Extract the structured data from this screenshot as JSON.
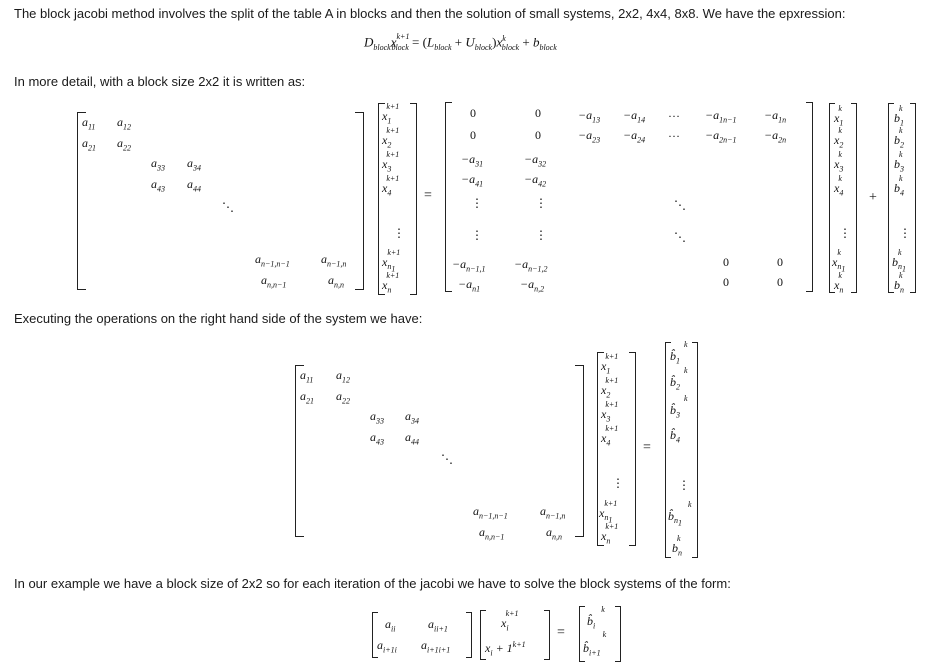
{
  "paragraphs": {
    "p1": "The block jacobi method involves the split of the table A in blocks and then the solution of small systems, 2x2, 4x4, 8x8. We have the epxression:",
    "p2": "In more detail, with a block size 2x2 it is written as:",
    "p3": "Executing the operations on the right hand side of the system we have:",
    "p4": "In our example we have a block size of 2x2 so for each iteration of the jacobi we have to solve the block systems of the form:"
  },
  "eq1": {
    "lhs_D": "D",
    "lhs_D_sub": "block",
    "lhs_x": "x",
    "lhs_x_sup": "k+1",
    "lhs_x_sub": "block",
    "equals": "=",
    "rhs_open": "(L",
    "rhs_L_sub": "block",
    "rhs_plus": " + U",
    "rhs_U_sub": "block",
    "rhs_close": ")x",
    "rhs_x_sup": "k",
    "rhs_x_sub": "block",
    "rhs_plus_b": " + b",
    "rhs_b_sub": "block"
  },
  "eq2": {
    "blockA": {
      "r1c1": "a11",
      "r1c2": "a12",
      "r2c1": "a21",
      "r2c2": "a22",
      "r3c3": "a33",
      "r3c4": "a34",
      "r4c3": "a43",
      "r4c4": "a44",
      "rn1a": "an−1,n−1",
      "rn1b": "an−1,n",
      "rna": "an,n−1",
      "rnb": "an,n"
    },
    "x_vec": [
      "x1k+1",
      "x2k+1",
      "x3k+1",
      "x4k+1",
      "⋮",
      "xn1k+1",
      "xnk+1"
    ],
    "rhs_matrix": {
      "row1": [
        "0",
        "0",
        "−a13",
        "−a14",
        "…",
        "−a1n−1",
        "−a1n"
      ],
      "row2": [
        "0",
        "0",
        "−a23",
        "−a24",
        "…",
        "−a2n−1",
        "−a2n"
      ],
      "row3": [
        "−a31",
        "−a32"
      ],
      "row4": [
        "−a41",
        "−a42"
      ],
      "rowd": [
        "⋮",
        "⋮"
      ],
      "rowe": [
        "⋮",
        "⋮"
      ],
      "rown1": [
        "−an−1,1",
        "−an−1,2",
        "0",
        "0"
      ],
      "rown": [
        "−an1",
        "−an,2",
        "0",
        "0"
      ]
    },
    "xk_vec": [
      "x1k",
      "x2k",
      "x3k",
      "x4k",
      "⋮",
      "xn1k",
      "xnk"
    ],
    "plus": "+",
    "b_vec": [
      "b1k",
      "b2k",
      "b3k",
      "b4k",
      "⋮",
      "bn1k",
      "bnk"
    ]
  },
  "eq3": {
    "bhat_vec": [
      "b̂1k",
      "b̂2k",
      "b̂3k",
      "b̂4k",
      "⋮",
      "b̂n1k",
      "bnk"
    ]
  },
  "eq4": {
    "m11": "aii",
    "m12": "aii+1",
    "m21": "ai+1i",
    "m22": "ai+1i+1",
    "x1": "xik+1",
    "x2": "xi + 1k+1",
    "b1": "b̂ik",
    "b2": "b̂i+1k"
  }
}
